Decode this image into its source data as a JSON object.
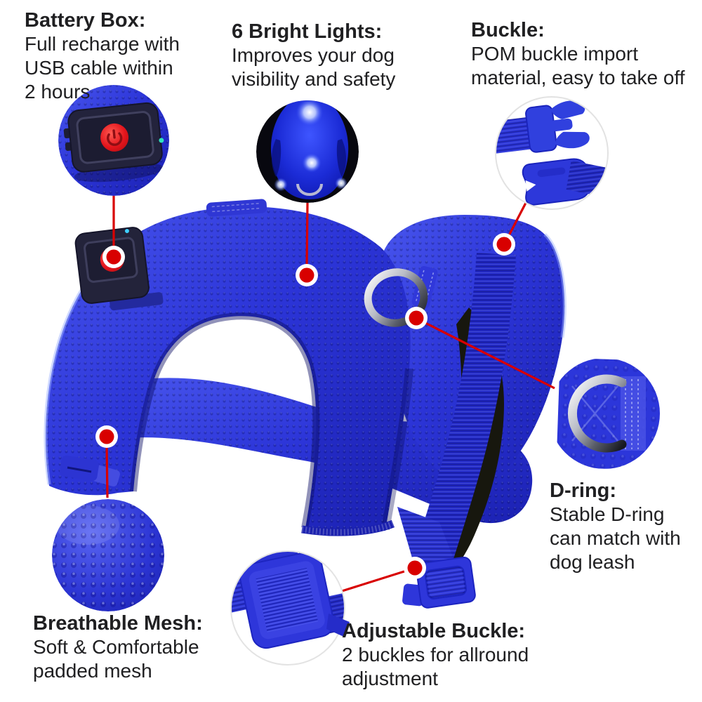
{
  "colors": {
    "background": "#ffffff",
    "text": "#202022",
    "accent_red": "#d80000",
    "harness_blue": "#2b33d4",
    "battery_box_dark": "#23233a",
    "power_button_red": "#e3151c",
    "metal_silver": "#b9bcc6",
    "fleece_black": "#17170e"
  },
  "icons": {
    "power_button": "power-icon",
    "d_ring": "d-ring-icon"
  },
  "callouts": {
    "battery": {
      "title": "Battery Box:",
      "lines": [
        "Full recharge with",
        "USB cable within",
        "2 hours"
      ]
    },
    "lights": {
      "title": "6 Bright Lights:",
      "lines": [
        "Improves your dog",
        "visibility and safety"
      ]
    },
    "buckle": {
      "title": "Buckle:",
      "lines": [
        "POM buckle import",
        "material, easy to take off"
      ]
    },
    "dring": {
      "title": "D-ring:",
      "lines": [
        "Stable D-ring",
        "can match with",
        "dog leash"
      ]
    },
    "mesh": {
      "title": "Breathable Mesh:",
      "lines": [
        "Soft & Comfortable",
        "padded mesh"
      ]
    },
    "adjustable": {
      "title": "Adjustable Buckle:",
      "lines": [
        "2 buckles for allround",
        "adjustment"
      ]
    }
  }
}
